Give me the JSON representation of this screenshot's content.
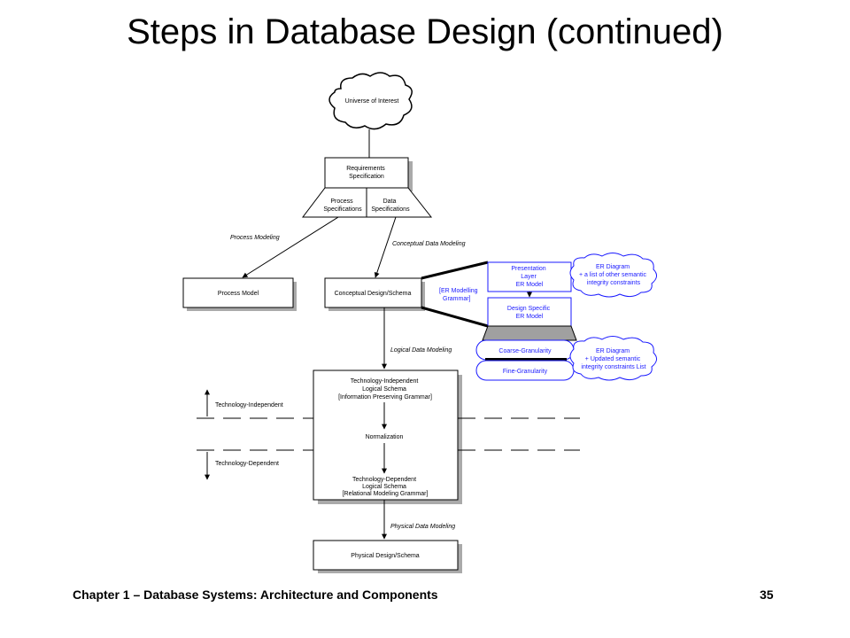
{
  "slide": {
    "title": "Steps in Database Design (continued)",
    "footer_left": "Chapter 1 – Database Systems: Architecture and Components",
    "page_number": "35"
  },
  "diagram": {
    "universe": "Universe of Interest",
    "requirements": [
      "Requirements",
      "Specification"
    ],
    "process_spec": [
      "Process",
      "Specifications"
    ],
    "data_spec": [
      "Data",
      "Specifications"
    ],
    "process_modeling": "Process Modeling",
    "conceptual_data_modeling": "Conceptual Data Modeling",
    "process_model": "Process Model",
    "conceptual_design": "Conceptual Design/Schema",
    "er_grammar": [
      "[ER Modelling",
      "Grammar]"
    ],
    "presentation_layer": [
      "Presentation",
      "Layer",
      "ER Model"
    ],
    "design_specific": [
      "Design Specific",
      "ER Model"
    ],
    "cloud1": [
      "ER Diagram",
      "+ a list of other semantic",
      "integrity constraints"
    ],
    "coarse": "Coarse-Granularity",
    "fine": "Fine-Granularity",
    "cloud2": [
      "ER Diagram",
      "+ Updated semantic",
      "integrity constraints List"
    ],
    "logical_data_modeling": "Logical Data Modeling",
    "tech_independent_schema": [
      "Technology-Independent",
      "Logical Schema",
      "[Information Preserving Grammar]"
    ],
    "normalization": "Normalization",
    "tech_dependent_schema": [
      "Technology-Dependent",
      "Logical Schema",
      "[Relational Modeling Grammar]"
    ],
    "technology_independent": "Technology-Independent",
    "technology_dependent": "Technology-Dependent",
    "physical_data_modeling": "Physical Data Modeling",
    "physical_design": "Physical Design/Schema"
  }
}
